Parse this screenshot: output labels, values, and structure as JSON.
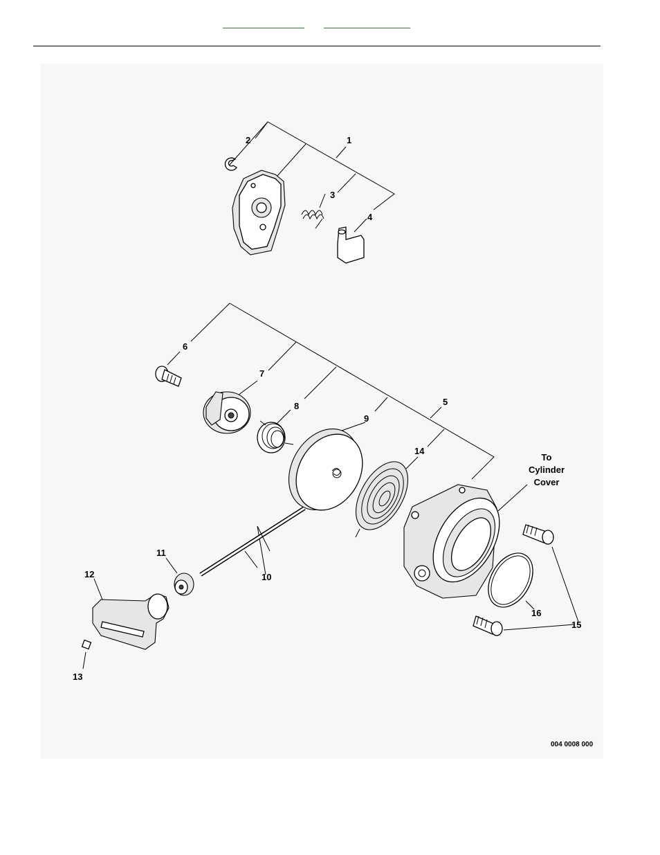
{
  "nav": {
    "link_1": "",
    "link_2": ""
  },
  "diagram": {
    "callouts": {
      "c1": "1",
      "c2": "2",
      "c3": "3",
      "c4": "4",
      "c5": "5",
      "c6": "6",
      "c7": "7",
      "c8": "8",
      "c9": "9",
      "c10": "10",
      "c11": "11",
      "c12": "12",
      "c13": "13",
      "c14": "14",
      "c15": "15",
      "c16": "16"
    },
    "note": {
      "line1": "To",
      "line2": "Cylinder",
      "line3": "Cover"
    },
    "drawing_number": "004 0008 000"
  }
}
